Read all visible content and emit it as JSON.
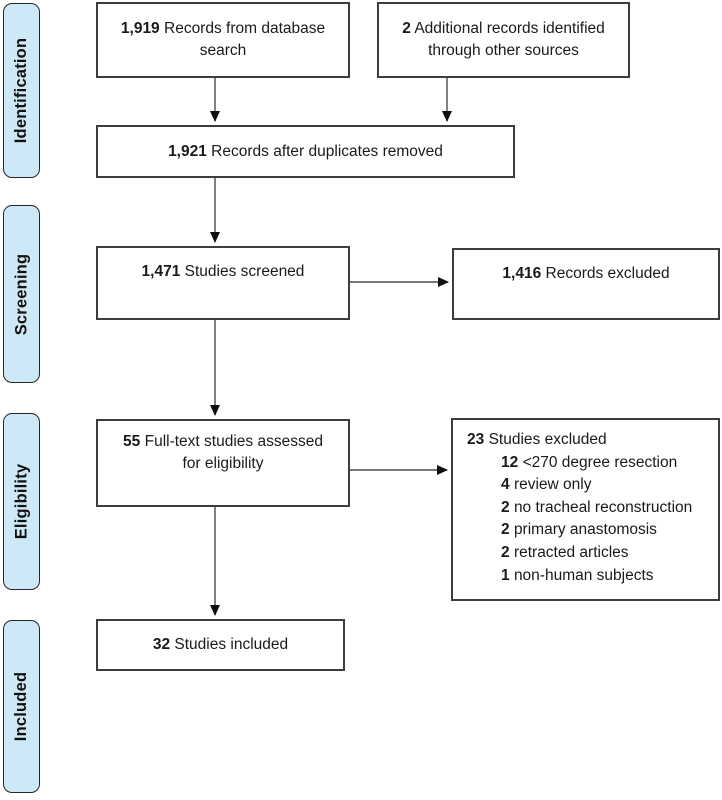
{
  "palette": {
    "stage_fill": "#cde9f7",
    "stage_border": "#262626",
    "box_border": "#3d3d3d",
    "arrow_line": "#4a4a4a",
    "arrow_head": "#101010",
    "text_color": "#1a1a1a",
    "background": "#ffffff"
  },
  "stages": [
    {
      "label": "Identification"
    },
    {
      "label": "Screening"
    },
    {
      "label": "Eligibility"
    },
    {
      "label": "Included"
    }
  ],
  "boxes": {
    "database_records": {
      "count": "1,919",
      "text": "Records from database search"
    },
    "additional_records": {
      "count": "2",
      "text": "Additional records identified through other sources"
    },
    "after_duplicates": {
      "count": "1,921",
      "text": "Records after duplicates removed"
    },
    "screened": {
      "count": "1,471",
      "text": "Studies screened"
    },
    "records_excluded": {
      "count": "1,416",
      "text": "Records excluded"
    },
    "fulltext_assessed": {
      "count": "55",
      "text": "Full-text studies assessed for eligibility"
    },
    "studies_excluded": {
      "count": "23",
      "text": "Studies excluded",
      "reasons": [
        {
          "count": "12",
          "text": "<270 degree resection"
        },
        {
          "count": "4",
          "text": "review only"
        },
        {
          "count": "2",
          "text": "no tracheal reconstruction"
        },
        {
          "count": "2",
          "text": "primary anastomosis"
        },
        {
          "count": "2",
          "text": "retracted articles"
        },
        {
          "count": "1",
          "text": "non-human subjects"
        }
      ]
    },
    "included": {
      "count": "32",
      "text": "Studies included"
    }
  }
}
